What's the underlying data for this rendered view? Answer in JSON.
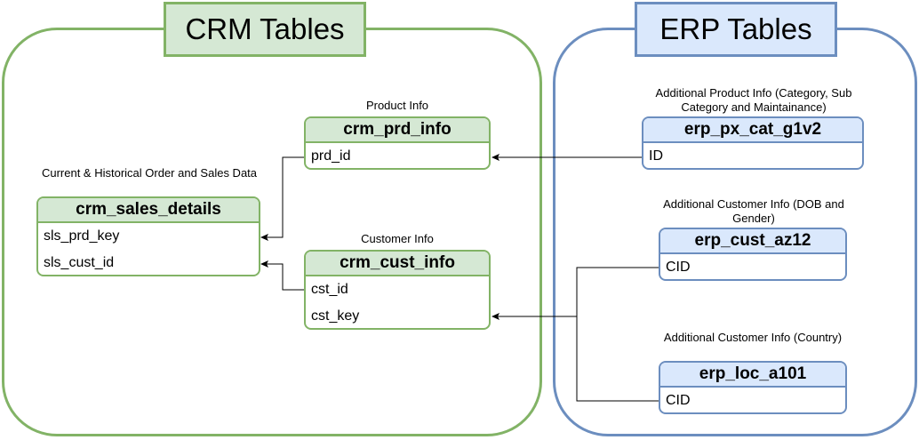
{
  "groups": {
    "crm": {
      "title": "CRM Tables"
    },
    "erp": {
      "title": "ERP Tables"
    }
  },
  "tables": {
    "crm_sales_details": {
      "caption": "Current & Historical Order and Sales Data",
      "name": "crm_sales_details",
      "fields": [
        "sls_prd_key",
        "sls_cust_id"
      ]
    },
    "crm_prd_info": {
      "caption": "Product Info",
      "name": "crm_prd_info",
      "fields": [
        "prd_id"
      ]
    },
    "crm_cust_info": {
      "caption": "Customer Info",
      "name": "crm_cust_info",
      "fields": [
        "cst_id",
        "cst_key"
      ]
    },
    "erp_px_cat_g1v2": {
      "caption": "Additional Product Info (Category, Sub Category and Maintainance)",
      "name": "erp_px_cat_g1v2",
      "fields": [
        "ID"
      ]
    },
    "erp_cust_az12": {
      "caption": "Additional Customer Info (DOB and Gender)",
      "name": "erp_cust_az12",
      "fields": [
        "CID"
      ]
    },
    "erp_loc_a101": {
      "caption": "Additional Customer Info (Country)",
      "name": "erp_loc_a101",
      "fields": [
        "CID"
      ]
    }
  },
  "colors": {
    "crm_stroke": "#82b366",
    "crm_fill": "#d5e8d4",
    "erp_stroke": "#6c8ebf",
    "erp_fill": "#dae8fc",
    "connector": "#000000"
  },
  "relationships": [
    {
      "from": "crm_prd_info.prd_id",
      "to": "crm_sales_details.sls_prd_key"
    },
    {
      "from": "crm_cust_info.cst_id",
      "to": "crm_sales_details.sls_cust_id"
    },
    {
      "from": "erp_px_cat_g1v2.ID",
      "to": "crm_prd_info.prd_id"
    },
    {
      "from": "erp_cust_az12.CID",
      "to": "crm_cust_info.cst_key"
    },
    {
      "from": "erp_loc_a101.CID",
      "to": "crm_cust_info.cst_key"
    }
  ]
}
